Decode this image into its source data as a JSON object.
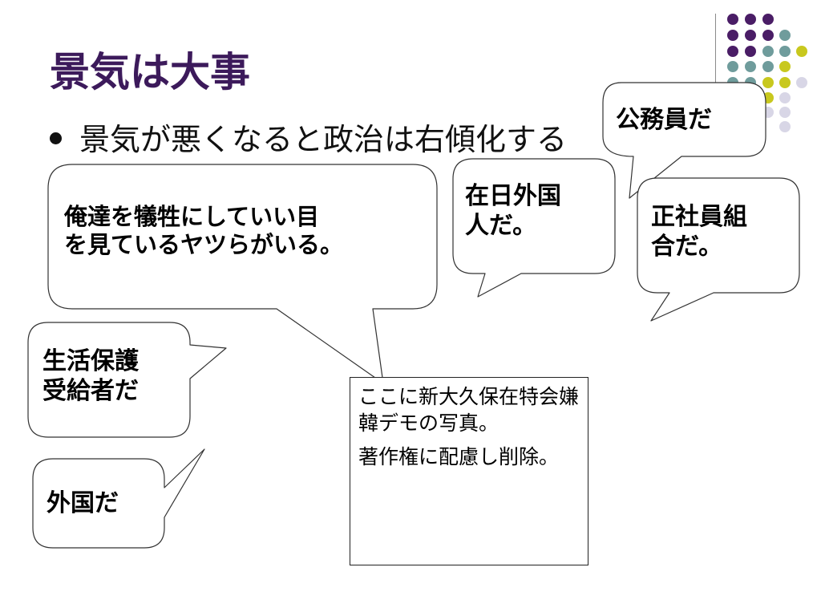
{
  "slide": {
    "title": "景気は大事",
    "bullet": "景気が悪くなると政治は右傾化する"
  },
  "bubbles": {
    "main": {
      "line1": "俺達を犠牲にしていい目",
      "line2": "を見ているヤツらがいる。"
    },
    "zainichi": {
      "line1": "在日外国",
      "line2": "人だ。"
    },
    "koumuin": {
      "line1": "公務員だ"
    },
    "seishain": {
      "line1": "正社員組",
      "line2": "合だ。"
    },
    "seikatsu": {
      "line1": "生活保護",
      "line2": "受給者だ"
    },
    "gaikoku": {
      "line1": "外国だ"
    }
  },
  "note": {
    "para1": "ここに新大久保在特会嫌韓デモの写真。",
    "para2": "著作権に配慮し削除。"
  },
  "colors": {
    "title": "#3c1a5b",
    "dot_purple": "#4a1d66",
    "dot_teal": "#6f9c9c",
    "dot_yellow": "#c8c81e",
    "dot_lavender": "#d8d6e6"
  },
  "icons": {
    "bullet": "bullet-dot-icon",
    "decoration": "dot-grid-decoration"
  }
}
